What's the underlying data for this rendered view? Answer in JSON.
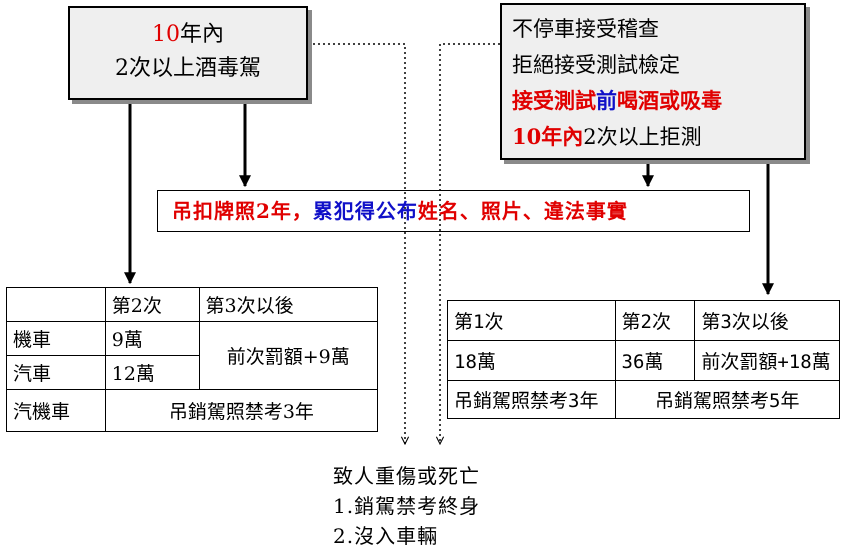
{
  "left_top": {
    "line1_num": "10",
    "line1_rest": "年內",
    "line2": "2次以上酒毒駕"
  },
  "right_top": {
    "line1": "不停車接受稽查",
    "line2": "拒絕接受測試檢定",
    "line3_a": "接受測試",
    "line3_b": "前",
    "line3_c": "喝酒或吸毒",
    "line4_a": "10年內",
    "line4_b": "2次以上拒測"
  },
  "middle": {
    "part1": "吊扣牌照2年，",
    "part2": "累犯得公布",
    "part3": "姓名、照片、違法事實"
  },
  "left_table": {
    "header": [
      "",
      "第2次",
      "第3次以後"
    ],
    "row_scooter": [
      "機車",
      "9萬"
    ],
    "row_car": [
      "汽車",
      "12萬"
    ],
    "merged_fine": "前次罰額+9萬",
    "row_all": [
      "汽機車",
      "吊銷駕照禁考3年"
    ]
  },
  "right_table": {
    "header": [
      "第1次",
      "第2次",
      "第3次以後"
    ],
    "row_fine": [
      "18萬",
      "36萬",
      "前次罰額+18萬"
    ],
    "row_license": [
      "吊銷駕照禁考3年",
      "吊銷駕照禁考5年"
    ]
  },
  "bottom": {
    "line1": "致人重傷或死亡",
    "line2": "1.銷駕禁考終身",
    "line3": "2.沒入車輛"
  },
  "colors": {
    "red": "#e00000",
    "blue": "#1010c8",
    "box_fill": "#efefef",
    "shadow": "#8a8a8a"
  }
}
